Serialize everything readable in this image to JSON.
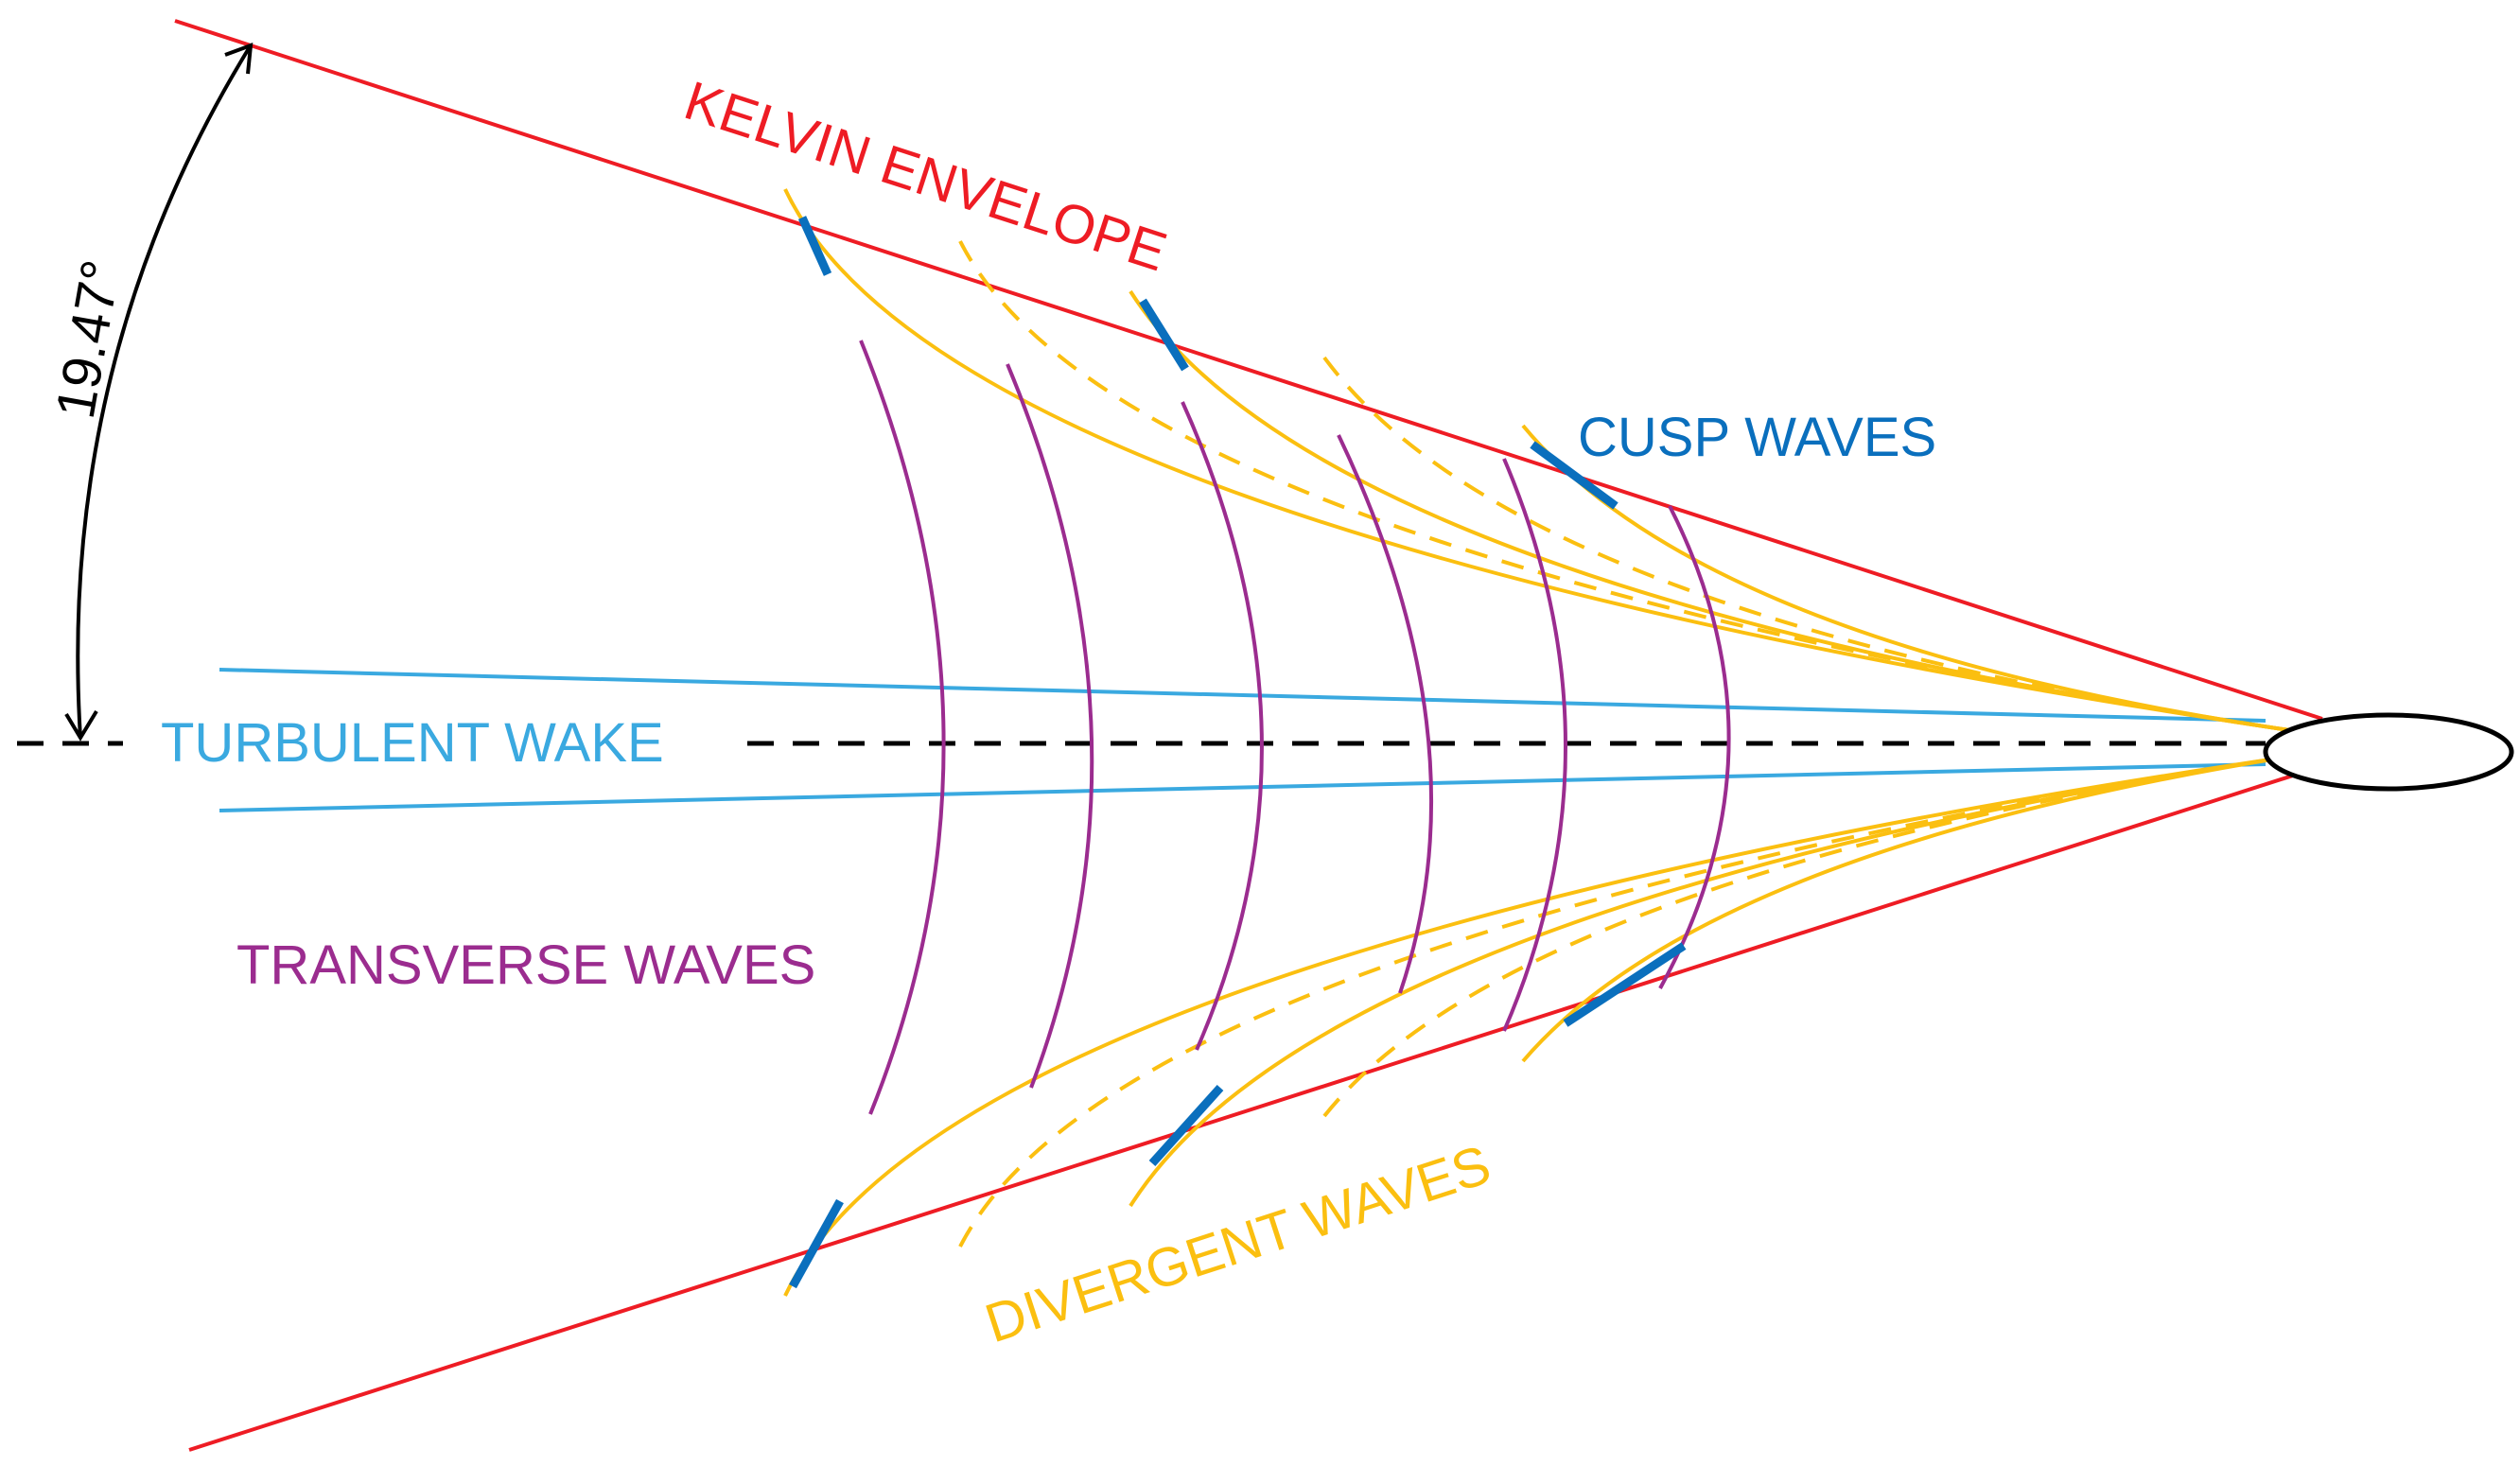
{
  "labels": {
    "kelvin_envelope": "KELVIN ENVELOPE",
    "cusp_waves": "CUSP WAVES",
    "turbulent_wake": "TURBULENT WAKE",
    "transverse_waves": "TRANSVERSE WAVES",
    "divergent_waves": "DIVERGENT WAVES",
    "angle": "19.47°"
  },
  "colors": {
    "kelvin": "#ee1c24",
    "cusp": "#0a6fbd",
    "wake": "#3aa9e0",
    "transverse": "#9b2c8f",
    "divergent": "#fbbf10",
    "axis": "#000000"
  }
}
